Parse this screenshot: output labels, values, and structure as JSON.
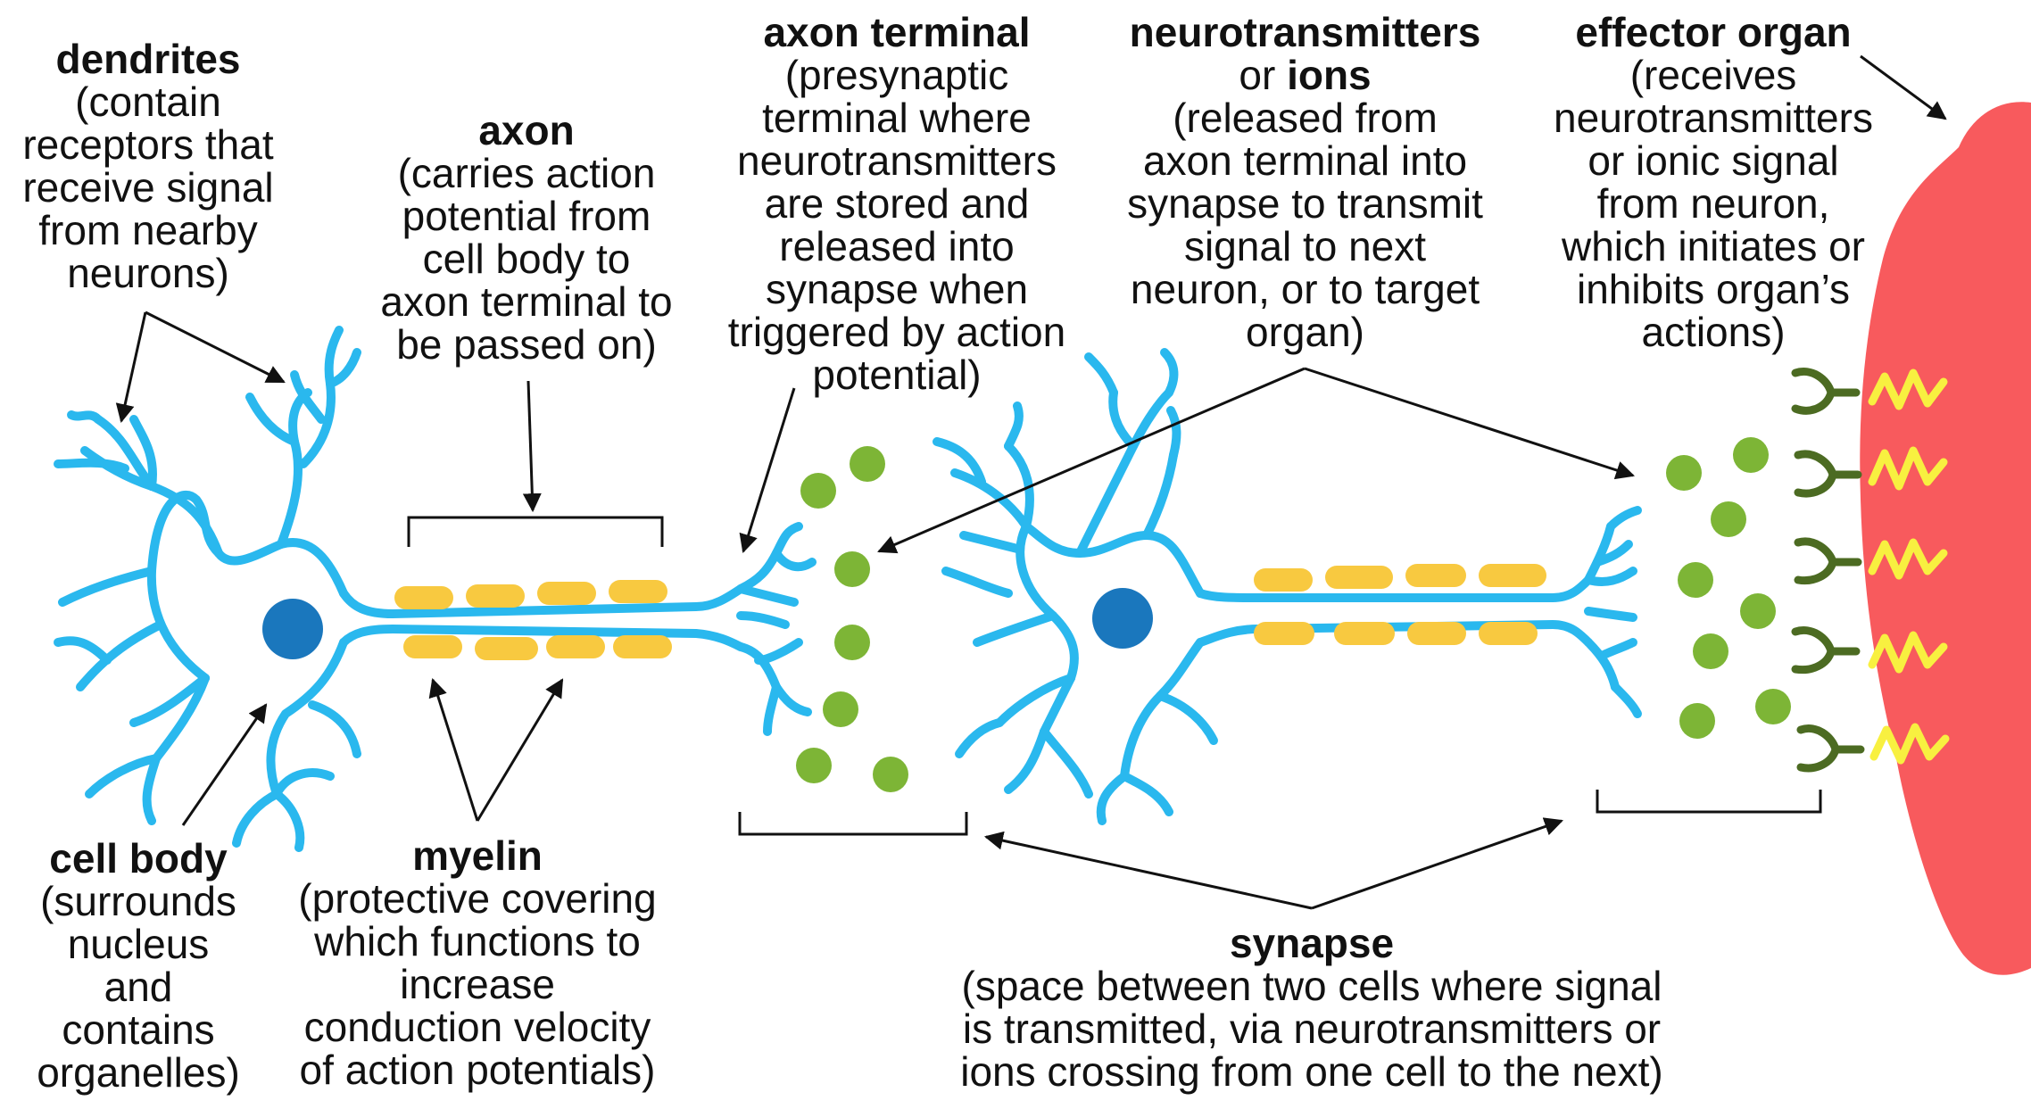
{
  "labels": {
    "dendrites": {
      "title": "dendrites",
      "lines": [
        "(contain",
        "receptors that",
        "receive signal",
        "from nearby",
        "neurons)"
      ]
    },
    "axon": {
      "title": "axon",
      "lines": [
        "(carries action",
        "potential from",
        "cell body to",
        "axon terminal to",
        "be passed on)"
      ]
    },
    "axon_terminal": {
      "title": "axon terminal",
      "lines": [
        "(presynaptic",
        "terminal where",
        "neurotransmitters",
        "are stored and",
        "released into",
        "synapse when",
        "triggered by action",
        "potential)"
      ]
    },
    "neurotransmitters": {
      "title_a": "neurotransmitters",
      "title_b_prefix": "or ",
      "title_b_bold": "ions",
      "lines": [
        "(released from",
        "axon terminal into",
        "synapse to transmit",
        "signal to next",
        "neuron, or to target",
        "organ)"
      ]
    },
    "effector_organ": {
      "title": "effector organ",
      "lines": [
        "(receives",
        "neurotransmitters",
        "or ionic signal",
        "from neuron,",
        "which initiates or",
        "inhibits organ’s",
        "actions)"
      ]
    },
    "cell_body": {
      "title": "cell body",
      "lines": [
        "(surrounds",
        "nucleus",
        "and",
        "contains",
        "organelles)"
      ]
    },
    "myelin": {
      "title": "myelin",
      "lines": [
        "(protective covering",
        "which functions to",
        "increase",
        "conduction velocity",
        "of action potentials)"
      ]
    },
    "synapse": {
      "title": "synapse",
      "lines": [
        "(space between two cells where signal",
        "is transmitted, via neurotransmitters or",
        "ions crossing from one cell to the next)"
      ]
    }
  },
  "colors": {
    "neuron": "#2ab8ee",
    "nucleus": "#1a77bd",
    "myelin": "#f8c940",
    "vesicle": "#7db536",
    "receptor": "#4c6b22",
    "organ": "#f85a5d",
    "signal": "#f8f040",
    "arrow": "#111111"
  }
}
